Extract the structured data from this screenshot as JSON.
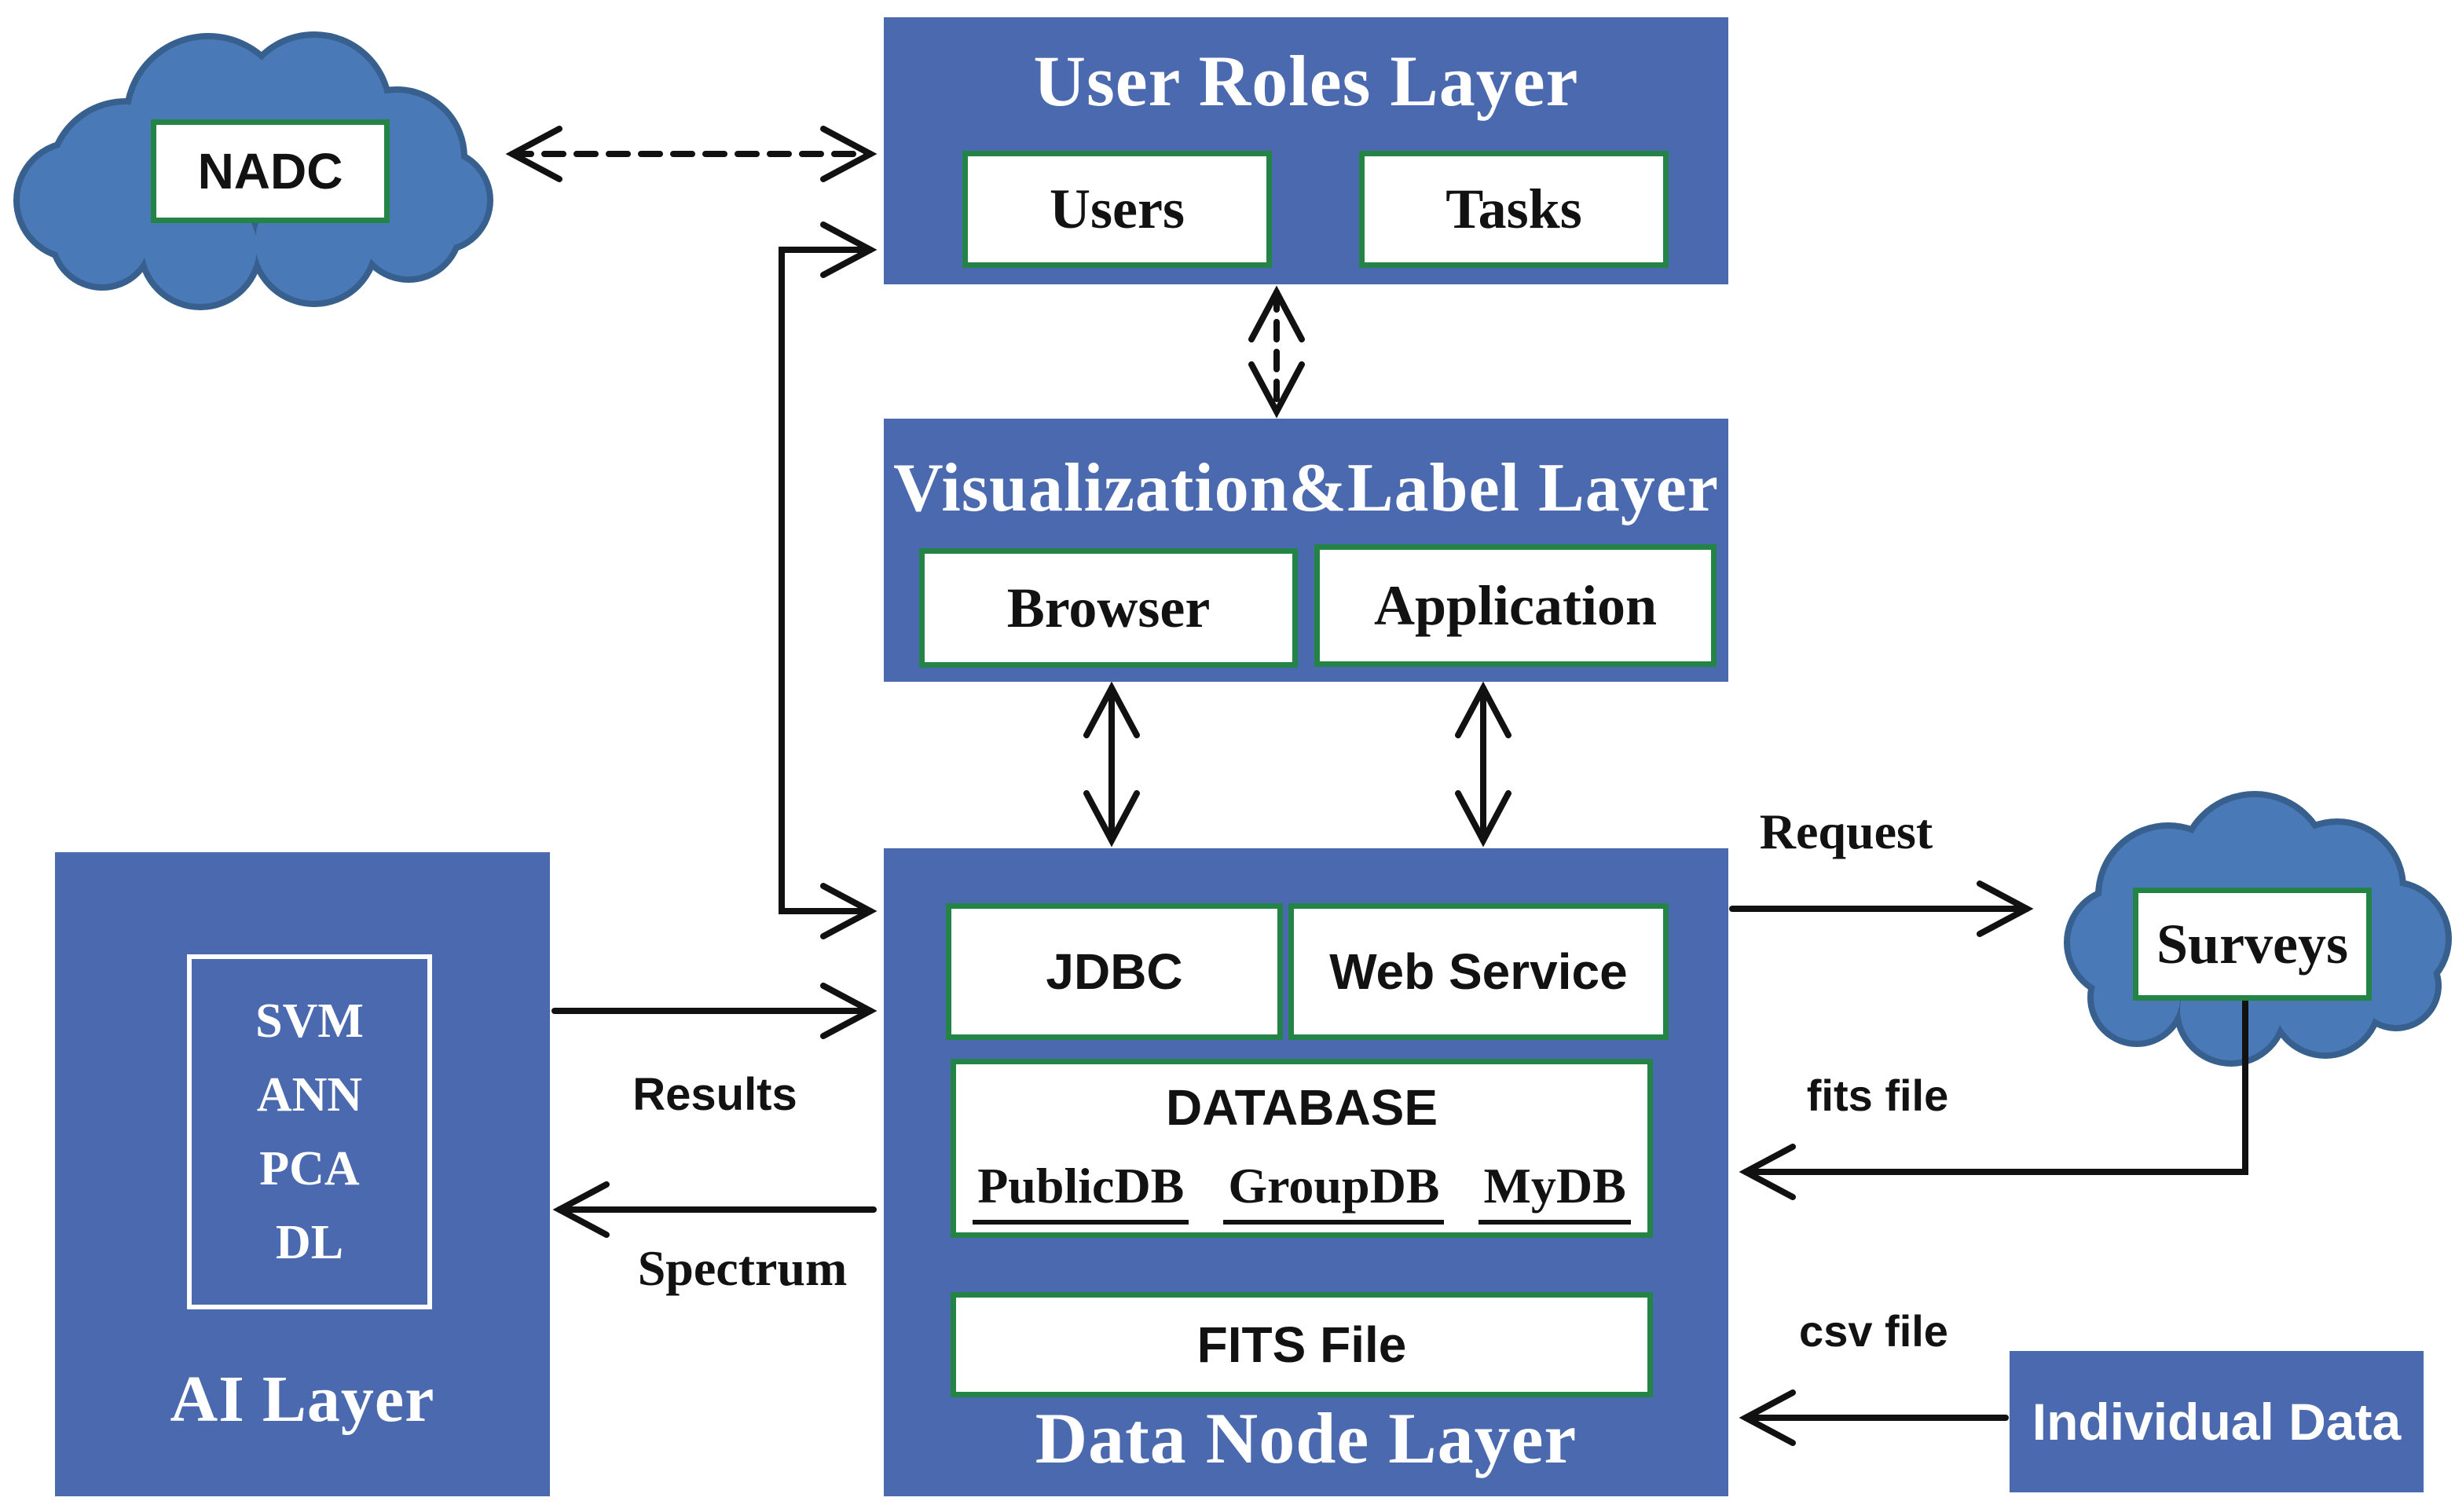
{
  "diagram": {
    "layers": {
      "user_roles": {
        "title": "User Roles Layer",
        "items": [
          "Users",
          "Tasks"
        ]
      },
      "visualization": {
        "title": "Visualization&Label Layer",
        "items": [
          "Browser",
          "Application"
        ]
      },
      "data_node": {
        "title": "Data Node Layer",
        "interfaces": [
          "JDBC",
          "Web Service"
        ],
        "database": {
          "title": "DATABASE",
          "instances": [
            "PublicDB",
            "GroupDB",
            "MyDB"
          ]
        },
        "file_store": "FITS File"
      },
      "ai": {
        "title": "AI Layer",
        "algorithms": [
          "SVM",
          "ANN",
          "PCA",
          "DL"
        ]
      }
    },
    "clouds": {
      "nadc": "NADC",
      "surveys": "Surveys"
    },
    "external": {
      "individual_data": "Individual Data"
    },
    "flows": {
      "request": "Request",
      "fits_file": "fits file",
      "csv_file": "csv file",
      "results": "Results",
      "spectrum": "Spectrum"
    },
    "colors": {
      "layer_blue": "#4a69ae",
      "cloud_blue": "#4a79b8",
      "cloud_border": "#38608e",
      "green_border": "#238445",
      "arrow": "#111111"
    }
  }
}
